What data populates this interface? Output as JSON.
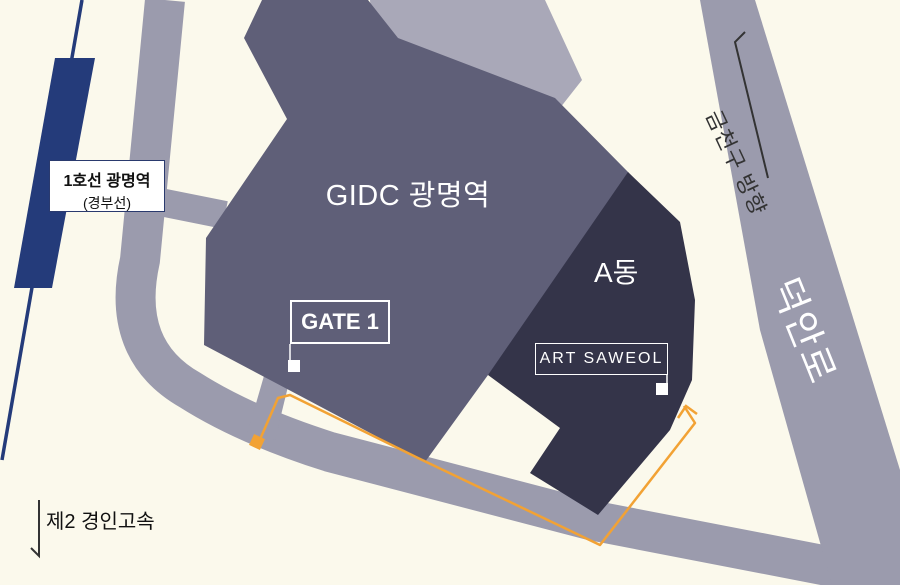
{
  "map": {
    "building_name": "GIDC 광명역",
    "wing_label": "A동",
    "station": {
      "name": "1호선 광명역",
      "line": "(경부선)"
    },
    "gate_label": "GATE 1",
    "venue_label": "ART SAWEOL",
    "expressway_label": "제2 경인고속",
    "direction_label": "금천구 방향",
    "road_name": "덕안로"
  },
  "colors": {
    "background": "#fbf9ec",
    "road": "#9b9bad",
    "building": "#5f5f78",
    "wing": "#343449",
    "rail": "#243b7a",
    "route": "#f2a234"
  }
}
